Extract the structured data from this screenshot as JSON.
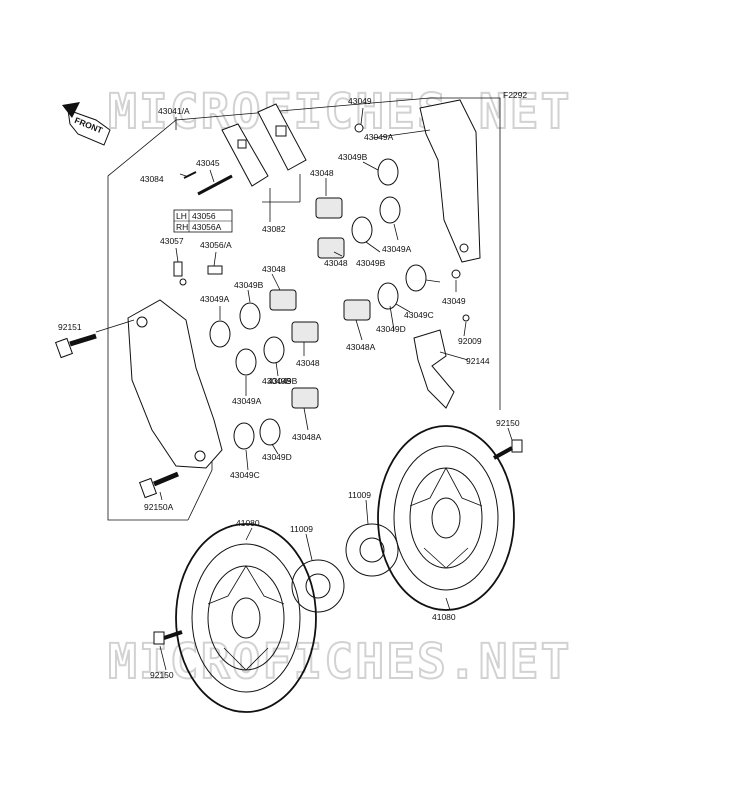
{
  "watermark": "MICROFICHES.NET",
  "figure_code": "F2292",
  "front_label": "FRONT",
  "side_table": {
    "lh_label": "LH",
    "lh_part": "43056",
    "rh_label": "RH",
    "rh_part": "43056A"
  },
  "labels": [
    "43041/A",
    "43049",
    "43045",
    "43084",
    "43049A",
    "43049B",
    "43048",
    "43082",
    "43057",
    "43056/A",
    "43048",
    "43048",
    "43049B",
    "43049A",
    "43049B",
    "43049A",
    "92151",
    "43049B",
    "43049C",
    "43049",
    "92009",
    "43048",
    "43049B",
    "43048A",
    "43049D",
    "92144",
    "43049A",
    "43048A",
    "43049D",
    "43049C",
    "92150A",
    "92150",
    "11009",
    "41080",
    "11009",
    "41080",
    "92150"
  ]
}
